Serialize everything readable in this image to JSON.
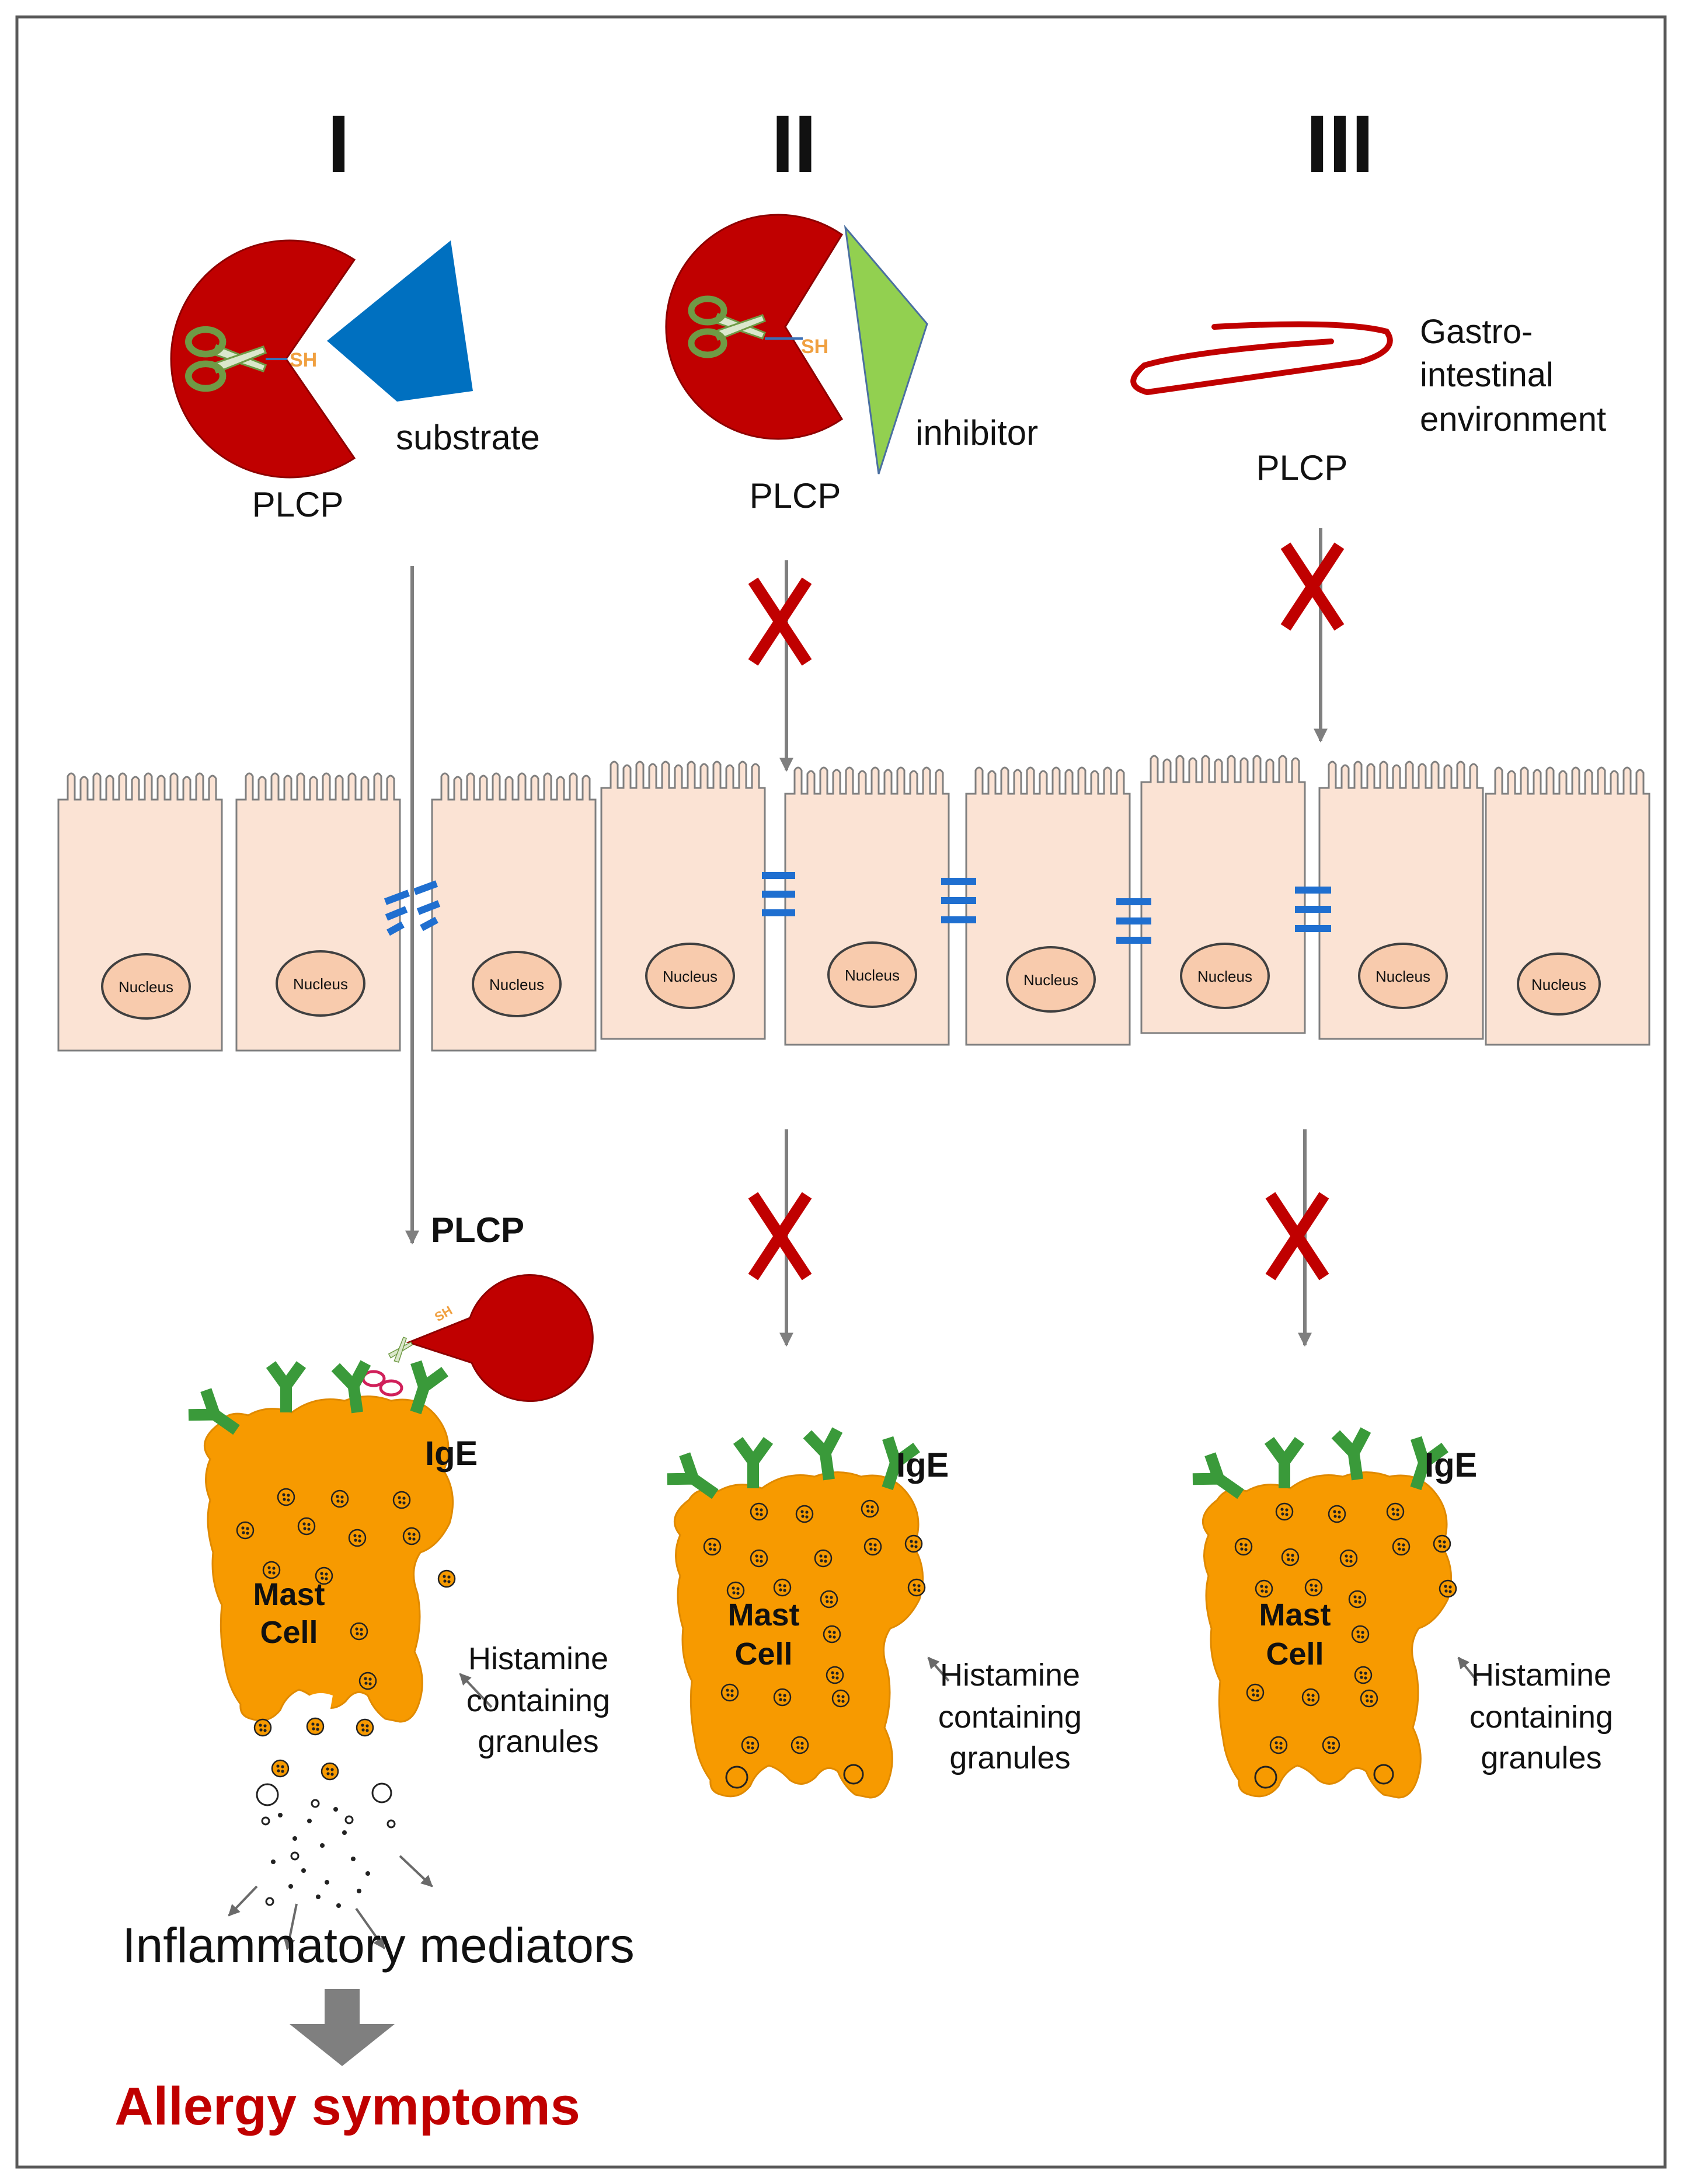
{
  "panels": {
    "i": {
      "numeral": "I"
    },
    "ii": {
      "numeral": "II"
    },
    "iii": {
      "numeral": "III"
    }
  },
  "labels": {
    "plcp": "PLCP",
    "sh": "SH",
    "substrate": "substrate",
    "inhibitor": "inhibitor",
    "gastro_line1": "Gastro-",
    "gastro_line2": "intestinal",
    "gastro_line3": "environment",
    "nucleus": "Nucleus",
    "ige": "IgE",
    "mast_line1": "Mast",
    "mast_line2": "Cell",
    "gran_line1": "Histamine",
    "gran_line2": "containing",
    "gran_line3": "granules",
    "mediators": "Inflammatory mediators",
    "symptoms": "Allergy symptoms"
  },
  "colors": {
    "enzyme_red": "#c00000",
    "substrate_blue": "#0070c0",
    "inhibitor_green": "#92d050",
    "scissors_green": "#6f9a45",
    "sh_orange": "#f0a040",
    "cell_fill": "#fbe3d4",
    "nucleus_fill": "#f8cbad",
    "junction_blue": "#1f6fd0",
    "mast_orange": "#f79a00",
    "ige_green": "#3a9a3a",
    "arrow_gray": "#7f7f7f",
    "cross_red": "#c00000",
    "symptom_red": "#c00000"
  },
  "icons": [
    "scissors-icon",
    "x-mark-icon",
    "down-arrow-icon",
    "block-arrow-icon"
  ]
}
